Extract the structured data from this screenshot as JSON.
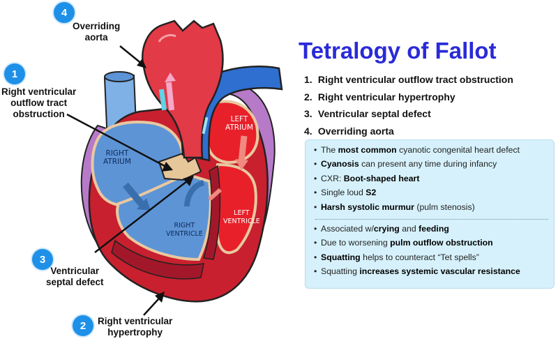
{
  "title": "Tetralogy of Fallot",
  "defects": [
    {
      "num": "1.",
      "label": "Right ventricular outflow tract obstruction"
    },
    {
      "num": "2.",
      "label": "Right ventricular hypertrophy"
    },
    {
      "num": "3.",
      "label": "Ventricular septal defect"
    },
    {
      "num": "4.",
      "label": "Overriding aorta"
    }
  ],
  "callouts": {
    "c1": {
      "number": "1",
      "line1": "Right ventricular",
      "line2": "outflow tract",
      "line3": "obstruction"
    },
    "c2": {
      "number": "2",
      "line1": "Right ventricular",
      "line2": "hypertrophy"
    },
    "c3": {
      "number": "3",
      "line1": "Ventricular",
      "line2": "septal defect"
    },
    "c4": {
      "number": "4",
      "line1": "Overriding",
      "line2": "aorta"
    }
  },
  "chambers": {
    "left_atrium": {
      "line1": "LEFT",
      "line2": "ATRIUM"
    },
    "right_atrium": {
      "line1": "RIGHT",
      "line2": "ATRIUM"
    },
    "left_ventricle": {
      "line1": "LEFT",
      "line2": "VENTRICLE"
    },
    "right_ventricle": {
      "line1": "RIGHT",
      "line2": "VENTRICLE"
    }
  },
  "facts_top": [
    {
      "pre": "The ",
      "bold": "most common",
      "post": " cyanotic congenital heart defect"
    },
    {
      "pre": "",
      "bold": "Cyanosis",
      "post": " can present any time during infancy"
    },
    {
      "pre": "CXR: ",
      "bold": "Boot-shaped heart",
      "post": ""
    },
    {
      "pre": "Single loud ",
      "bold": "S2",
      "post": ""
    },
    {
      "pre": "",
      "bold": "Harsh systolic murmur",
      "post": " (pulm stenosis)"
    }
  ],
  "facts_bottom": [
    {
      "pre": "Associated w/",
      "bold": "crying",
      "mid": " and ",
      "bold2": "feeding",
      "post": ""
    },
    {
      "pre": "Due to worsening ",
      "bold": "pulm outflow obstruction",
      "mid": "",
      "bold2": "",
      "post": ""
    },
    {
      "pre": "",
      "bold": "Squatting",
      "mid": " helps to counteract “Tet spells”",
      "bold2": "",
      "post": ""
    },
    {
      "pre": "Squatting ",
      "bold": "increases systemic vascular resistance",
      "mid": "",
      "bold2": "",
      "post": ""
    }
  ],
  "bullet": "•",
  "colors": {
    "title": "#2a2ad8",
    "badge": "#1e90e8",
    "panel": "#d6f1fb",
    "oxygenated": "#e8202a",
    "deoxygenated": "#3a78d8",
    "myocardium": "#b71c2c",
    "pericardium": "#b77ac9"
  }
}
